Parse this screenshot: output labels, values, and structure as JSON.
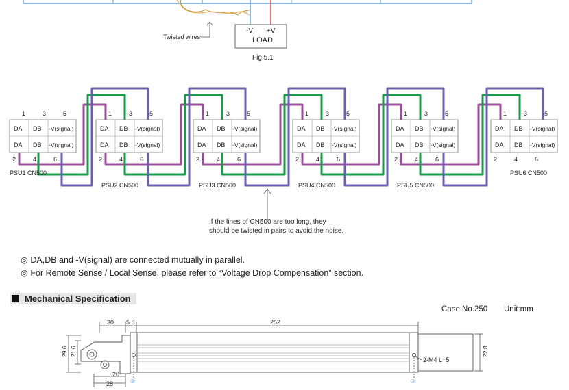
{
  "top": {
    "twisted_label": "Twisted wires",
    "load_neg": "-V",
    "load_pos": "+V",
    "load_label": "LOAD",
    "fig_label": "Fig 5.1"
  },
  "psu": {
    "col_da": "DA",
    "col_db": "DB",
    "col_v": "-V(signal)",
    "pins_top": [
      "1",
      "3",
      "5"
    ],
    "pins_bottom": [
      "2",
      "4",
      "6"
    ],
    "labels": [
      "PSU1  CN500",
      "PSU2  CN500",
      "PSU3  CN500",
      "PSU4  CN500",
      "PSU5  CN500",
      "PSU6  CN500"
    ]
  },
  "wire_colors": {
    "purple_da": "#9b4f9b",
    "green_db": "#1a9a4a",
    "blue_v": "#6a5fb0"
  },
  "noise_note": "If the lines of CN500 are too long, they should be twisted in pairs to avoid the noise.",
  "notes": [
    "◎ DA,DB and -V(signal) are connected mutually in parallel.",
    "◎ For Remote Sense / Local Sense, please refer to “Voltage Drop Compensation” section."
  ],
  "section": {
    "title": "Mechanical Specification"
  },
  "case": {
    "case_no": "Case No.250",
    "unit": "Unit:mm"
  },
  "drawing": {
    "dim_30": "30",
    "dim_58": "5.8",
    "dim_252": "252",
    "dim_296": "29.6",
    "dim_216": "21.6",
    "dim_228": "22.8",
    "dim_20": "20",
    "dim_28": "28",
    "screw_note": "2-M4  L=5",
    "marker": "②"
  }
}
